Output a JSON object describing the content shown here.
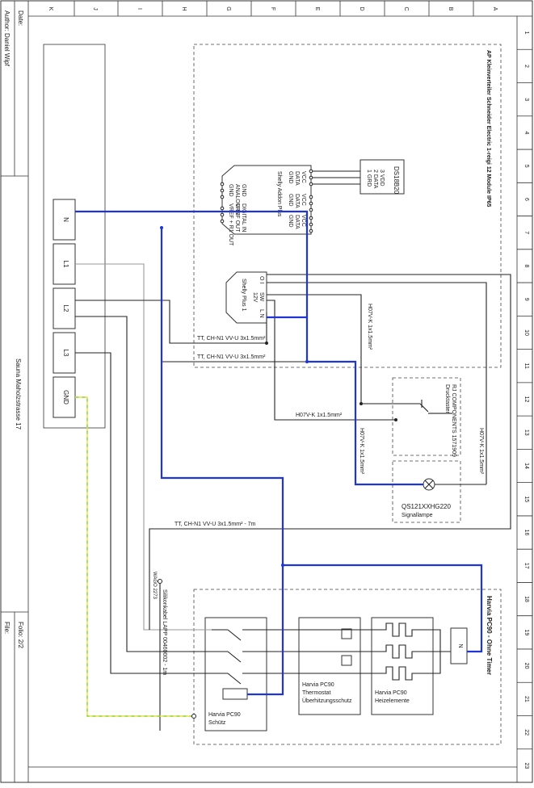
{
  "title_block": {
    "author": "Author: Daniel Wipf",
    "date": "Date:",
    "project": "Sauna Maholzstrasse 17",
    "file": "File:",
    "folio": "Folio: 2/2"
  },
  "column_labels": [
    "A",
    "B",
    "C",
    "D",
    "E",
    "F",
    "G",
    "H",
    "I",
    "J",
    "K"
  ],
  "row_labels": [
    "1",
    "2",
    "3",
    "4",
    "5",
    "6",
    "7",
    "8",
    "9",
    "10",
    "11",
    "12",
    "13",
    "14",
    "15",
    "16",
    "17",
    "18",
    "19",
    "20",
    "21",
    "22",
    "23"
  ],
  "terminals": [
    "N",
    "L1",
    "L2",
    "L3",
    "GND"
  ],
  "enclosure_top": {
    "title": "AP Kleinverteiler Schneider Electric 1-reigi 12 Module IP65"
  },
  "enclosure_bottom": {
    "title": "Harvia PC90 - Ohne Timer"
  },
  "ds18b20": {
    "name": "DS18B20",
    "pins": [
      "3 VDD",
      "2 DATA",
      "1 GRD"
    ]
  },
  "shelly_addon": {
    "name": "Shelly Addon Plus",
    "right_pins": [
      "VCC",
      "DATA",
      "GND",
      "VCC",
      "DATA",
      "GND",
      "VCC",
      "DATA",
      "GND"
    ],
    "left_pins": [
      "GND",
      "ANALOG IN",
      "GND",
      "DIGITAL IN",
      "VREF OUT",
      "VREF + R1 OUT"
    ]
  },
  "shelly_plus": {
    "name": "Shelly Plus 1",
    "pins_io": "O  I",
    "pins_sw": "SW",
    "pins_12v": "12V",
    "pins_ln": "L N"
  },
  "button": {
    "maker": "RJ COMPONENTS 1571909",
    "name": "Drucktaster"
  },
  "lamp": {
    "part": "QS121XXHG220",
    "name": "Signallampe"
  },
  "contactor": {
    "name1": "Harvia PC90",
    "name2": "Schütz"
  },
  "thermostat": {
    "name1": "Harvia PC90",
    "name2": "Thermostat",
    "name3": "Überhitzungsschutz"
  },
  "heater": {
    "name1": "Harvia PC90",
    "name2": "Heizelemente"
  },
  "heater_n_mark": "N",
  "cables": {
    "cable1": "TT, CH-N1 VV-U 3x1.5mm²",
    "cable2": "TT, CH-N1 VV-U 3x1.5mm²",
    "cable3": "TT, CH-N1 VV-U 3x1.5mm² - 7m",
    "h07_a": "H07V-K 1x1.5mm²",
    "h07_b": "H07V-K 1x1.5mm²",
    "h07_c": "H07V-K 1x1.5mm²",
    "h07_d": "H07V-K 1x1.5mm²",
    "silikon": "Silikonkabel LAPP 00460002 - 1m",
    "wago": "WAGO 2273"
  },
  "colors": {
    "neutral": "#1f35d8",
    "phase_grey": "#9a9a9a",
    "phase_black": "#222222",
    "earth_green": "#7ad33a",
    "earth_yellow": "#e9e23b"
  }
}
